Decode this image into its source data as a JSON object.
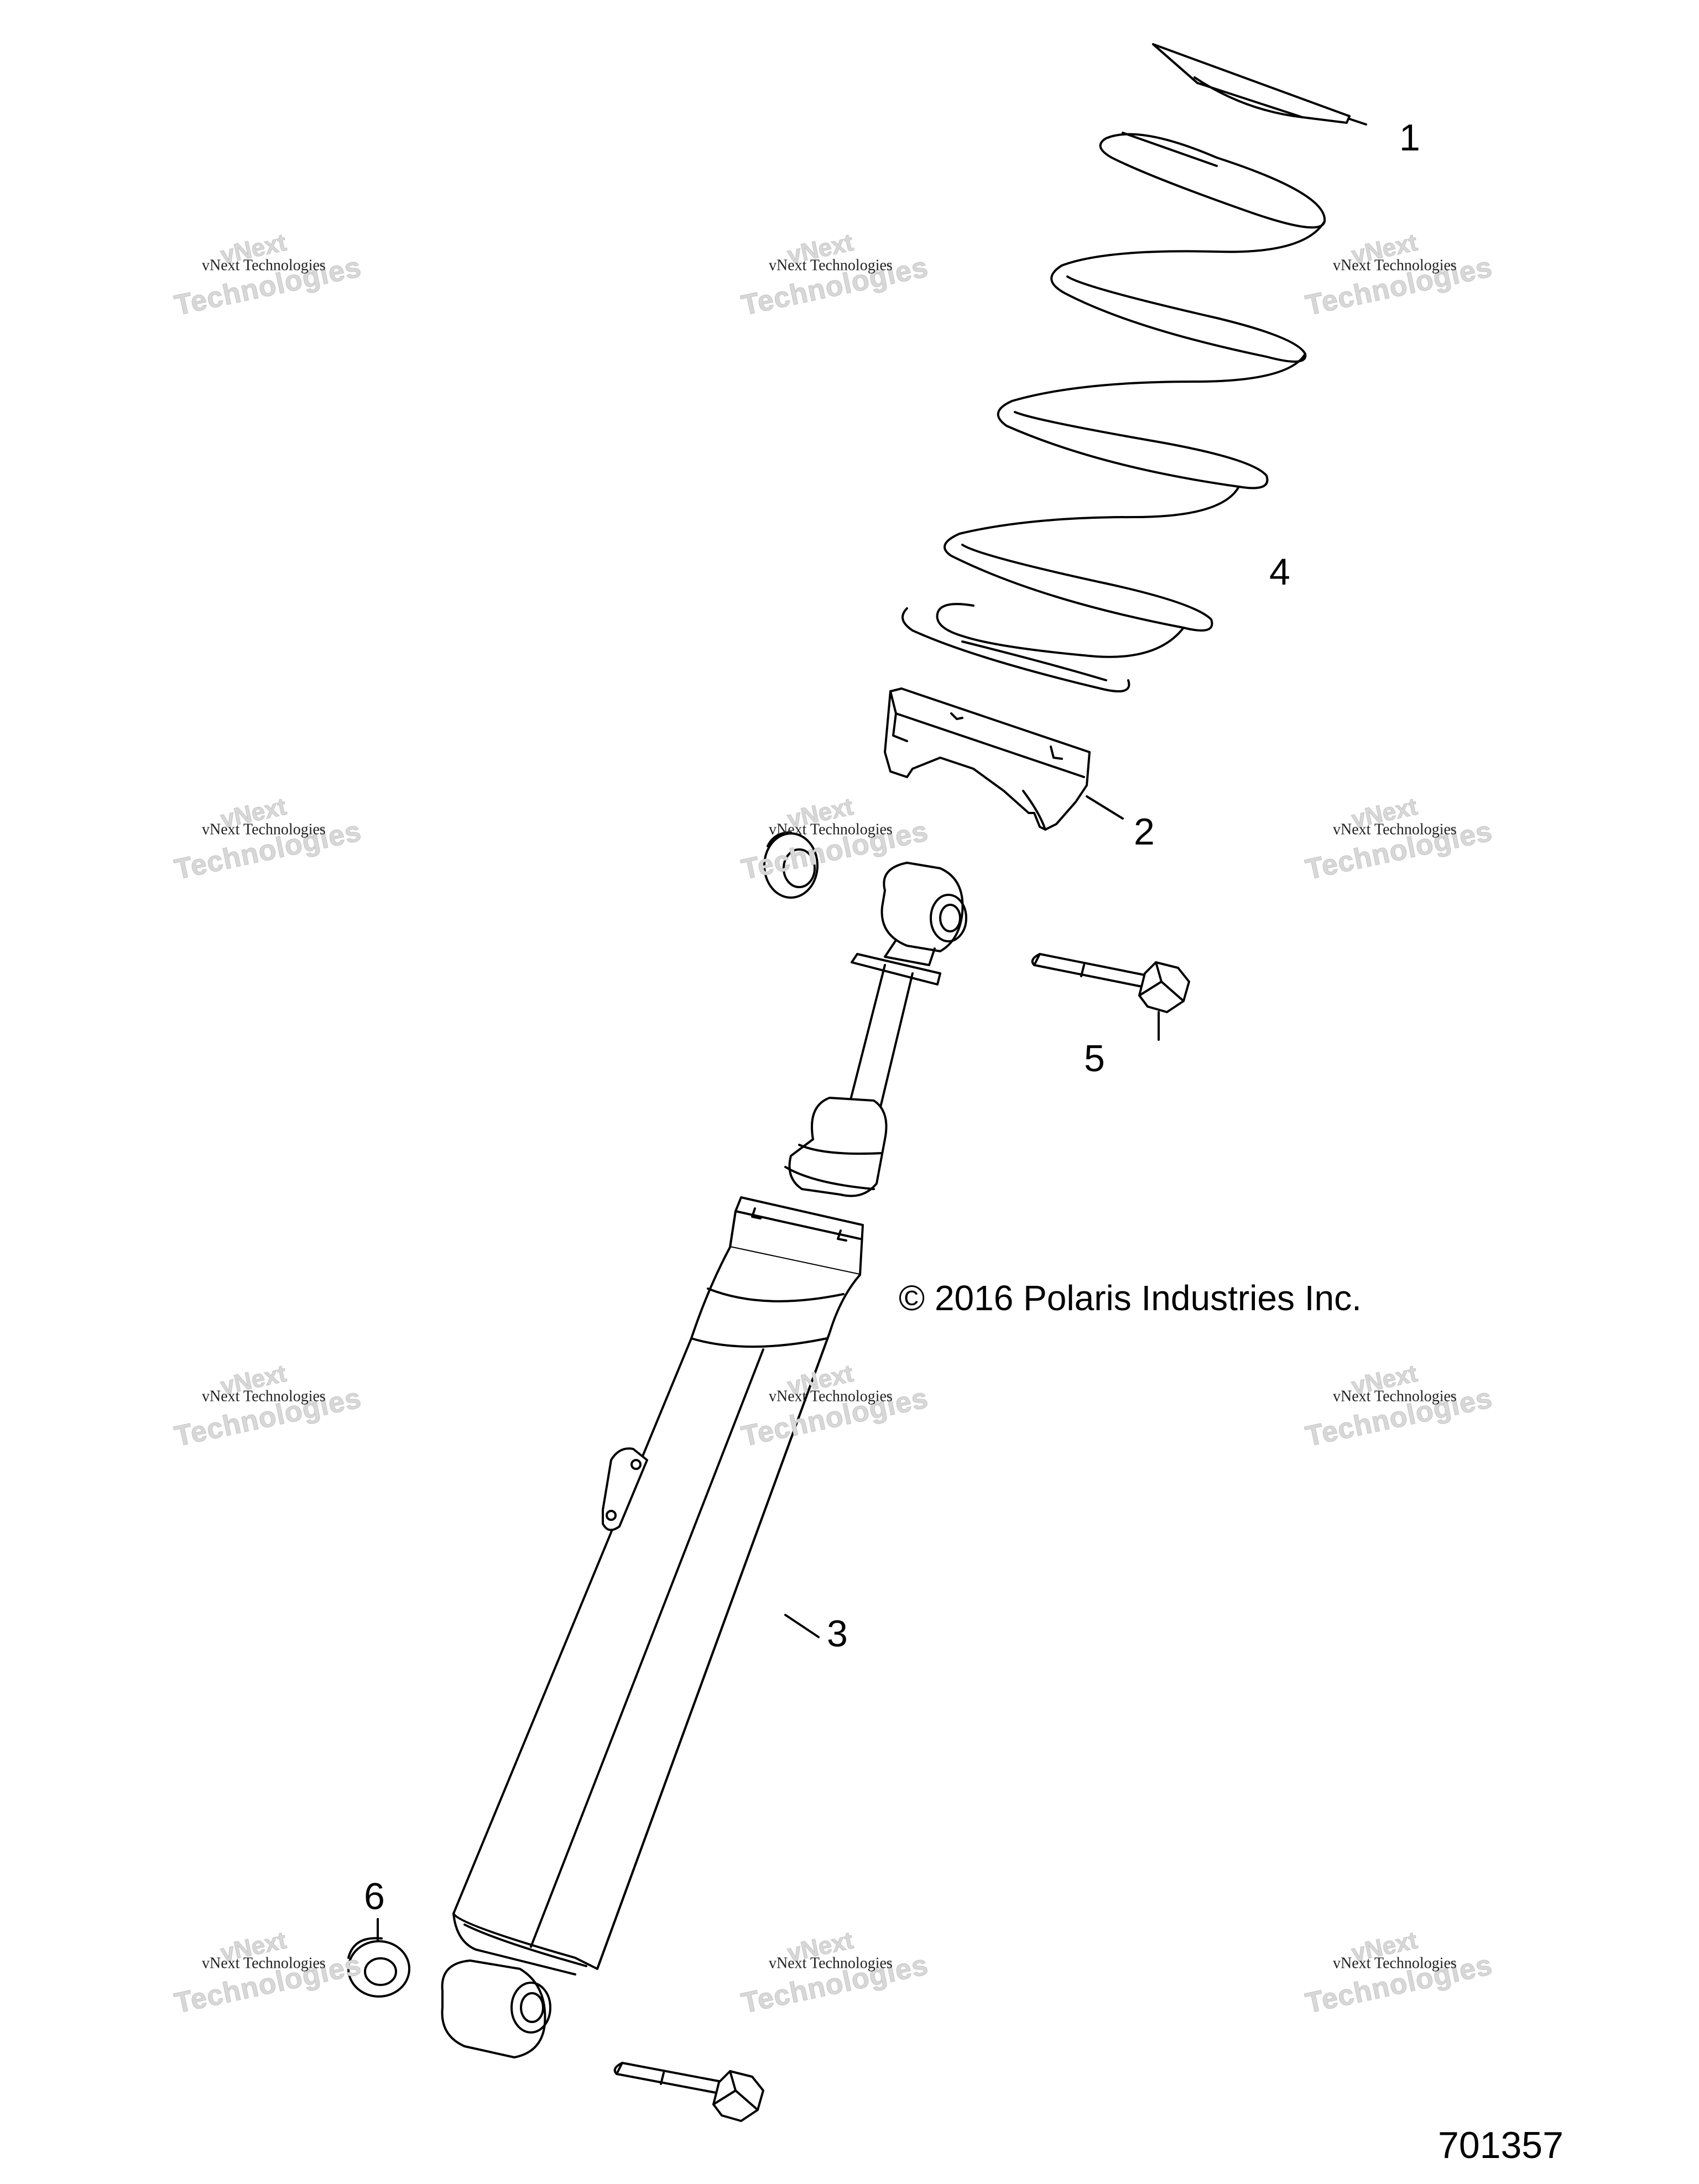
{
  "callouts": [
    {
      "id": "1",
      "label": "1"
    },
    {
      "id": "2",
      "label": "2"
    },
    {
      "id": "3",
      "label": "3"
    },
    {
      "id": "4",
      "label": "4"
    },
    {
      "id": "5",
      "label": "5"
    },
    {
      "id": "6",
      "label": "6"
    }
  ],
  "copyright": "© 2016 Polaris Industries Inc.",
  "diagram_id": "701357",
  "watermark": {
    "small": "vNext Technologies",
    "big": "Technologies",
    "top": "vNext"
  },
  "colors": {
    "line": "#000000",
    "watermark": "#d0d0d0"
  }
}
